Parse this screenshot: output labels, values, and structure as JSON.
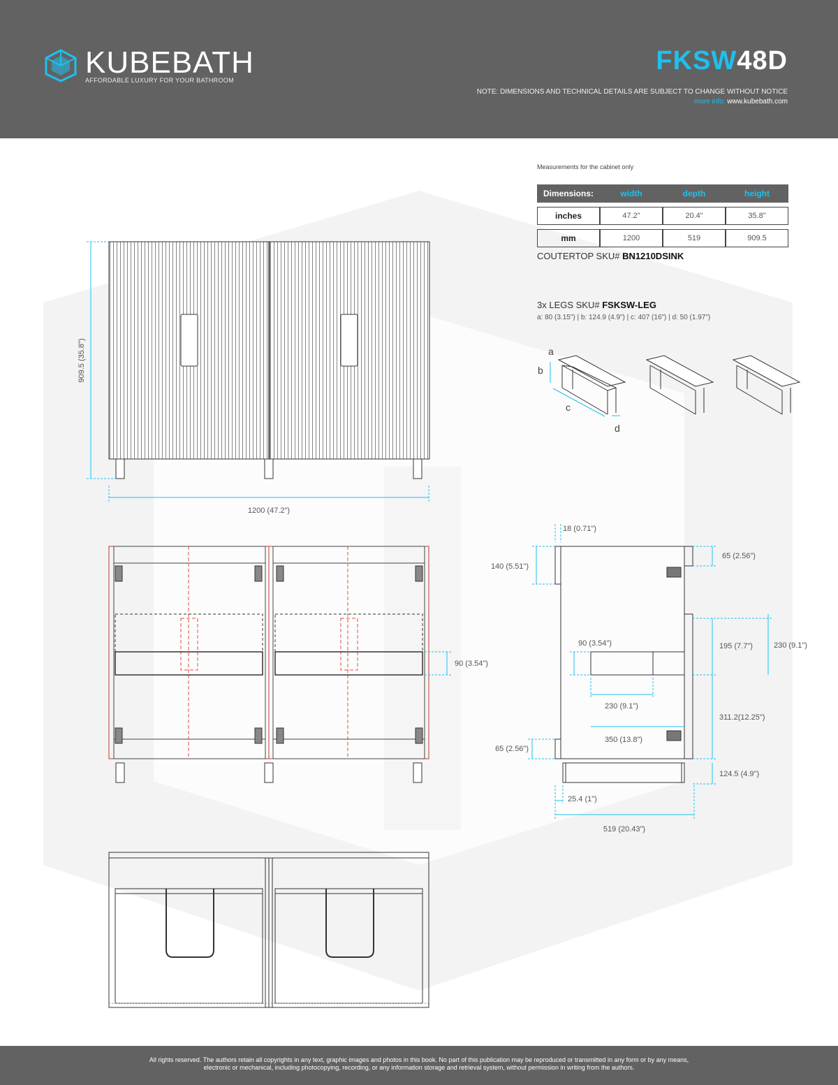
{
  "header": {
    "brand": "KUBEBATH",
    "tagline": "AFFORDABLE LUXURY FOR YOUR BATHROOM",
    "model_prefix": "FKSW",
    "model_suffix": "48D",
    "note": "NOTE: DIMENSIONS AND TECHNICAL DETAILS ARE SUBJECT TO CHANGE WITHOUT NOTICE",
    "more_info_label": "more info:",
    "more_info_url": "www.kubebath.com",
    "accent_color": "#1ec0ee",
    "bar_color": "#626262"
  },
  "specs": {
    "note": "Measurements for the cabinet only",
    "columns": [
      "Dimensions:",
      "width",
      "depth",
      "height"
    ],
    "rows": [
      {
        "label": "inches",
        "width": "47.2\"",
        "depth": "20.4\"",
        "height": "35.8\""
      },
      {
        "label": "mm",
        "width": "1200",
        "depth": "519",
        "height": "909.5"
      }
    ],
    "countertop_label": "COUTERTOP SKU#",
    "countertop_sku": "BN1210DSINK",
    "legs_label": "3x LEGS SKU#",
    "legs_sku": "FSKSW-LEG",
    "legs_dims": "a: 80 (3.15\") | b: 124.9 (4.9\") | c: 407 (16\") | d: 50 (1.97\")",
    "leg_labels": [
      "a",
      "b",
      "c",
      "d"
    ]
  },
  "front_view": {
    "height_label": "909.5 (35.8\")",
    "width_label": "1200 (47.2\")"
  },
  "interior_view": {
    "drawer_label": "90 (3.54\")"
  },
  "side_view": {
    "top_thickness": "18 (0.71\")",
    "top_rail": "140 (5.51\")",
    "hinge_top": "65 (2.56\")",
    "drawer_front": "195 (7.7\")",
    "drawer_total": "230 (9.1\")",
    "drawer_height": "90 (3.54\")",
    "drawer_depth": "230 (9.1\")",
    "mid_section": "311.2(12.25\")",
    "shelf_depth": "350 (13.8\")",
    "bottom_rail": "65 (2.56\")",
    "leg_height": "124.5 (4.9\")",
    "leg_offset": "25.4 (1\")",
    "depth_label": "519 (20.43\")"
  },
  "footer": {
    "line1": "All rights reserved. The authors retain all copyrights in any text, graphic images and photos in this book. No part of this publication may be reproduced or transmitted in any form or by any means,",
    "line2": "electronic or mechanical, including photocopying, recording, or any information storage and retrieval system, without permission in writing from the authors."
  }
}
